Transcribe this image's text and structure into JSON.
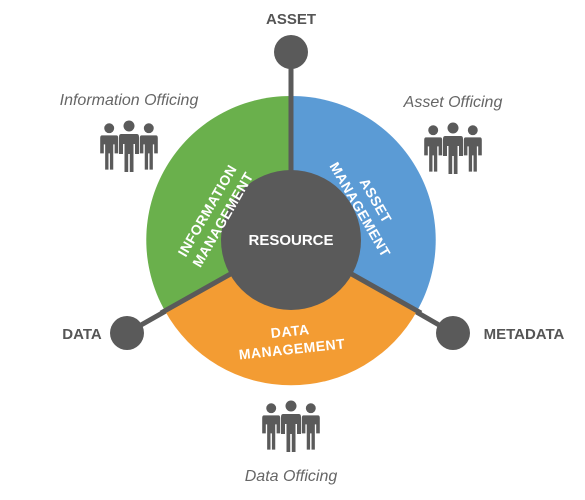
{
  "center": {
    "label": "RESOURCE"
  },
  "segments": {
    "information": {
      "line1": "INFORMATION",
      "line2": "MANAGEMENT",
      "color": "#6ab04c"
    },
    "asset": {
      "line1": "ASSET",
      "line2": "MANAGEMENT",
      "color": "#5b9bd5"
    },
    "data": {
      "line1": "DATA",
      "line2": "MANAGEMENT",
      "color": "#f39c33"
    }
  },
  "nodes": {
    "asset": "ASSET",
    "data": "DATA",
    "metadata": "METADATA"
  },
  "officing": {
    "information": "Information Officing",
    "asset": "Asset Officing",
    "data": "Data Officing"
  },
  "colors": {
    "hub": "#5a5a5a",
    "connector": "#5a5a5a",
    "people": "#5a5a5a"
  },
  "icons": {
    "people_group": "people-group-icon"
  }
}
